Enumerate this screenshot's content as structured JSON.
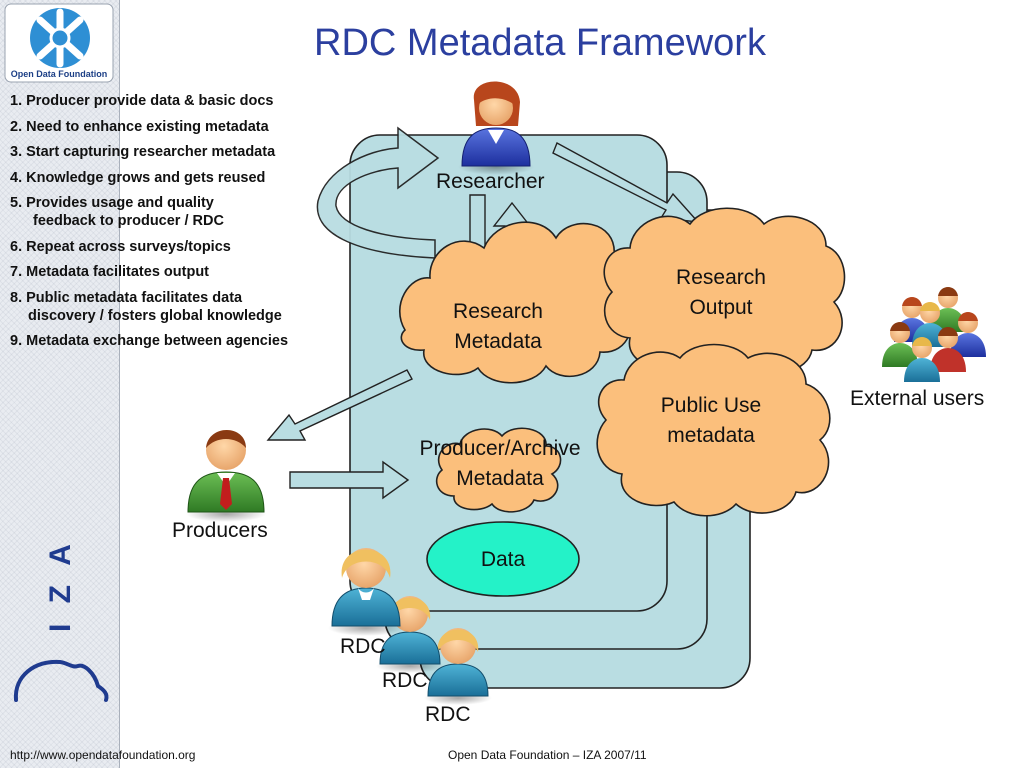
{
  "slide": {
    "title": "RDC Metadata Framework",
    "logo_text": "Open Data Foundation",
    "side_logo_text": "I Z A"
  },
  "steps": [
    {
      "line1": "1. Producer provide data & basic docs"
    },
    {
      "line1": "2. Need to enhance existing metadata"
    },
    {
      "line1": "3. Start capturing researcher metadata"
    },
    {
      "line1": "4. Knowledge grows and gets reused"
    },
    {
      "line1": "5. Provides usage and quality",
      "line2": "feedback to producer / RDC"
    },
    {
      "line1": "6. Repeat across surveys/topics"
    },
    {
      "line1": "7. Metadata facilitates output"
    },
    {
      "line1": "8. Public metadata facilitates data",
      "line2": "discovery / fosters global knowledge"
    },
    {
      "line1": "9. Metadata exchange between agencies"
    }
  ],
  "diagram": {
    "researcher": "Researcher",
    "research_metadata": [
      "Research",
      "Metadata"
    ],
    "research_output": [
      "Research",
      "Output"
    ],
    "public_use": [
      "Public Use",
      "metadata"
    ],
    "producer_archive": [
      "Producer/Archive",
      "Metadata"
    ],
    "data": "Data",
    "producers": "Producers",
    "external_users": "External users",
    "rdc": [
      "RDC",
      "RDC",
      "RDC"
    ]
  },
  "colors": {
    "title": "#2b3f9f",
    "cloud_fill": "#fbbf7c",
    "panel_fill": "#b9dde2",
    "data_fill": "#24f2c8",
    "arrow_fill": "#b9dde2"
  },
  "footer": {
    "left": "http://www.opendatafoundation.org",
    "right": "Open Data Foundation – IZA 2007/11"
  }
}
